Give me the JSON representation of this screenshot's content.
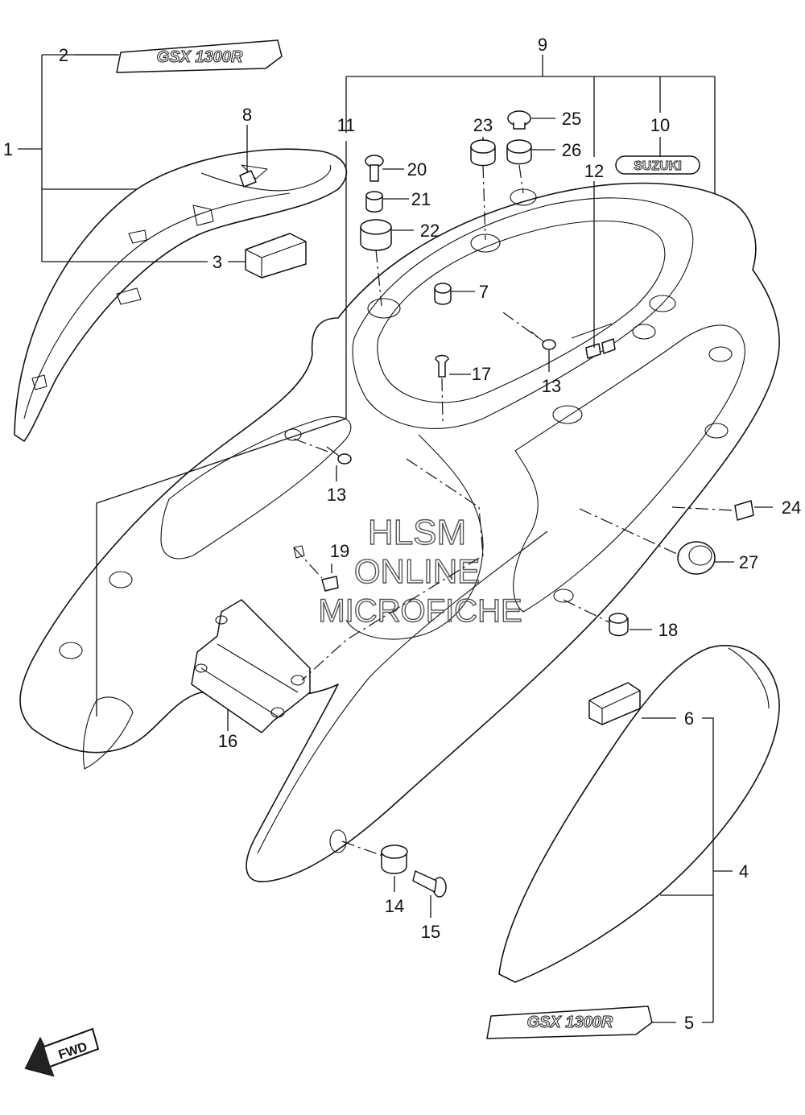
{
  "diagram": {
    "callouts": [
      {
        "id": "c1",
        "label": "1"
      },
      {
        "id": "c2",
        "label": "2"
      },
      {
        "id": "c3",
        "label": "3"
      },
      {
        "id": "c4",
        "label": "4"
      },
      {
        "id": "c5",
        "label": "5"
      },
      {
        "id": "c6",
        "label": "6"
      },
      {
        "id": "c7",
        "label": "7"
      },
      {
        "id": "c8",
        "label": "8"
      },
      {
        "id": "c9",
        "label": "9"
      },
      {
        "id": "c10",
        "label": "10"
      },
      {
        "id": "c11",
        "label": "11"
      },
      {
        "id": "c12",
        "label": "12"
      },
      {
        "id": "c13a",
        "label": "13"
      },
      {
        "id": "c13b",
        "label": "13"
      },
      {
        "id": "c14",
        "label": "14"
      },
      {
        "id": "c15",
        "label": "15"
      },
      {
        "id": "c16",
        "label": "16"
      },
      {
        "id": "c17",
        "label": "17"
      },
      {
        "id": "c18",
        "label": "18"
      },
      {
        "id": "c19",
        "label": "19"
      },
      {
        "id": "c20",
        "label": "20"
      },
      {
        "id": "c21",
        "label": "21"
      },
      {
        "id": "c22",
        "label": "22"
      },
      {
        "id": "c23",
        "label": "23"
      },
      {
        "id": "c24",
        "label": "24"
      },
      {
        "id": "c25",
        "label": "25"
      },
      {
        "id": "c26",
        "label": "26"
      },
      {
        "id": "c27",
        "label": "27"
      }
    ],
    "emblem_top": "GSX 1300R",
    "emblem_bottom": "GSX 1300R",
    "suzuki_emblem": "SUZUKI",
    "fwd_marker": "FWD",
    "watermark": {
      "line1": "HLSM",
      "line2": "ONLINE",
      "line3": "MICROFICHE"
    }
  }
}
